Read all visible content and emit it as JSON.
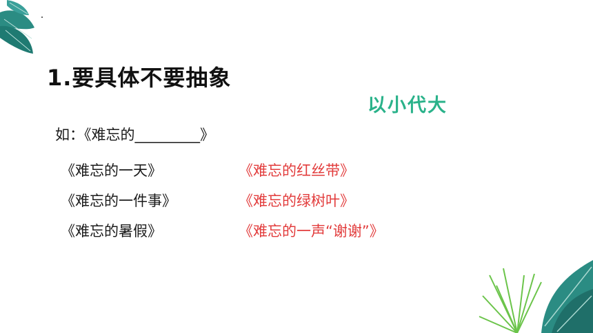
{
  "slide": {
    "title": "1.要具体不要抽象",
    "badge": "以小代大",
    "example": "如：《难忘的_________》",
    "left_items": [
      "《难忘的一天》",
      "《难忘的一件事》",
      "《难忘的暑假》"
    ],
    "right_items": [
      "《难忘的红丝带》",
      "《难忘的绿树叶》",
      "《难忘的一声“谢谢”》"
    ],
    "colors": {
      "accent": "#2ab28a",
      "highlight": "#e23b3b",
      "leaf": "#2b8c83"
    }
  }
}
